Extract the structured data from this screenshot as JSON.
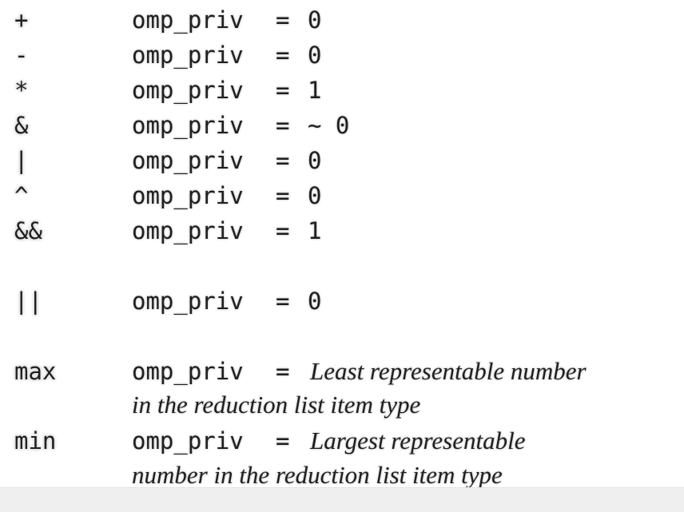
{
  "variable": "omp_priv",
  "equals": "=",
  "rows": [
    {
      "op": "+",
      "value": "0"
    },
    {
      "op": "-",
      "value": "0"
    },
    {
      "op": "*",
      "value": "1"
    },
    {
      "op": "&",
      "value": "~ 0"
    },
    {
      "op": "|",
      "value": "0"
    },
    {
      "op": "^",
      "value": "0"
    },
    {
      "op": "&&",
      "value": "1"
    },
    {
      "op": "||",
      "value": "0"
    }
  ],
  "max_row": {
    "op": "max",
    "line1": "Least representable number",
    "line2": "in the reduction list item type"
  },
  "min_row": {
    "op": "min",
    "line1": "Largest representable",
    "line2": "number in the reduction list item type"
  }
}
